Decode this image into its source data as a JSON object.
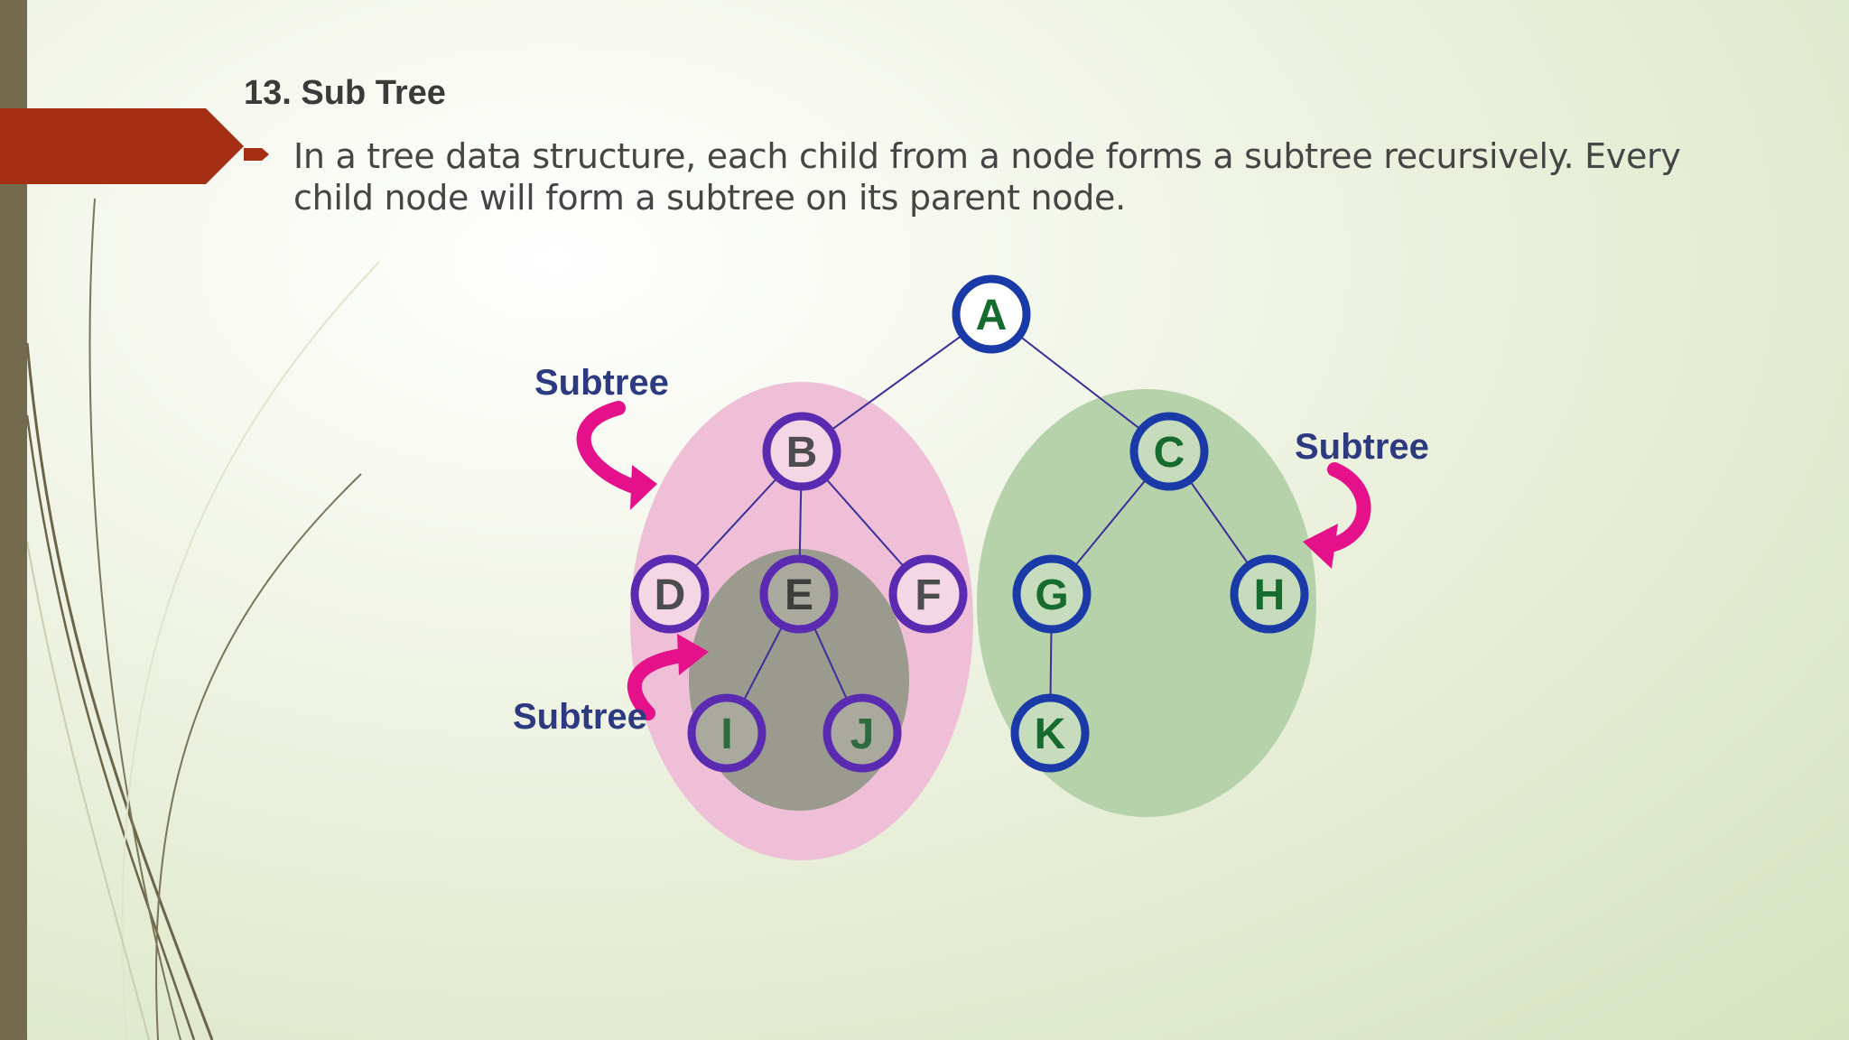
{
  "slide": {
    "title": "13. Sub Tree",
    "bullet_text": "In a tree data structure, each child from a node forms a subtree recursively. Every child node will form a subtree on its parent node."
  },
  "diagram": {
    "subtree_label_1": "Subtree",
    "subtree_label_2": "Subtree",
    "subtree_label_3": "Subtree",
    "nodes": {
      "A": "A",
      "B": "B",
      "C": "C",
      "D": "D",
      "E": "E",
      "F": "F",
      "G": "G",
      "H": "H",
      "I": "I",
      "J": "J",
      "K": "K"
    }
  },
  "colors": {
    "accent": "#a52f14",
    "left_bar": "#746a4e",
    "node_ring_blue": "#1a3aa8",
    "node_ring_purple": "#5a2bb0",
    "subtree_pink": "#eebfd6",
    "subtree_gray": "#9a9a8e",
    "subtree_green": "#b5d2aa",
    "arrow_pink": "#e5118a",
    "label_navy": "#2e3a80"
  }
}
